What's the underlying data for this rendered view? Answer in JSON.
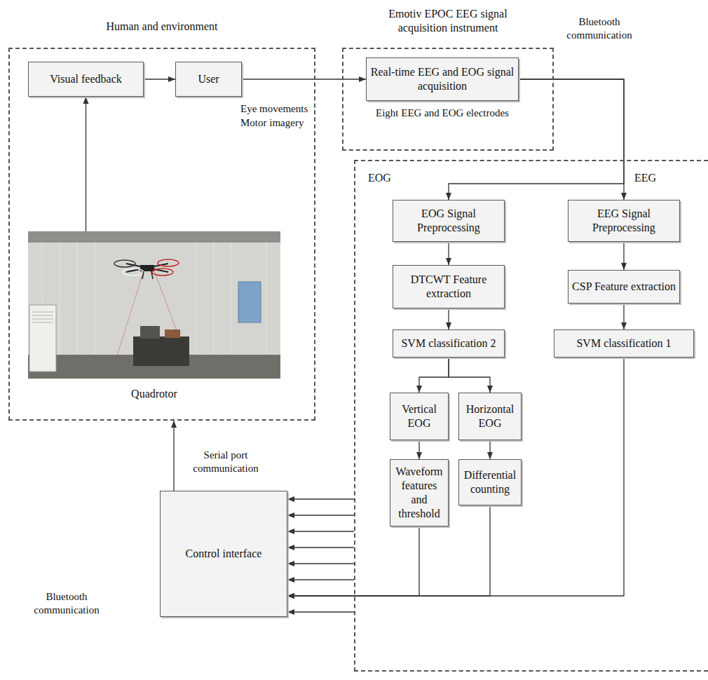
{
  "diagram": {
    "nodes": [
      {
        "text": [
          "Human and environment"
        ]
      },
      {
        "text": [
          "Visual feedback"
        ],
        "in": 0
      },
      {
        "text": [
          "User"
        ],
        "in": 0
      },
      {
        "text": [
          "Quadrotor"
        ],
        "in": 0
      },
      {
        "text": [
          "Emotiv EPOC EEG signal acquisition instrument"
        ]
      },
      {
        "text": [
          "Real-time EEG and EOG signal acquisition"
        ],
        "in": 4
      },
      {
        "text": [
          "EOG",
          "EEG"
        ]
      },
      {
        "text": [
          "EOG Signal Preprocessing"
        ],
        "in": 6
      },
      {
        "text": [
          "EEG Signal Preprocessing"
        ],
        "in": 6
      },
      {
        "text": [
          "DTCWT Feature extraction"
        ],
        "in": 6
      },
      {
        "text": [
          "CSP Feature extraction"
        ],
        "in": 6
      },
      {
        "text": [
          "SVM classification 2"
        ],
        "in": 6
      },
      {
        "text": [
          "SVM classification 1"
        ],
        "in": 6
      },
      {
        "text": [
          "Vertical EOG"
        ],
        "in": 6
      },
      {
        "text": [
          "Horizontal EOG"
        ],
        "in": 6
      },
      {
        "text": [
          "Waveform features and threshold"
        ],
        "in": 6
      },
      {
        "text": [
          "Differential counting"
        ],
        "in": 6
      },
      {
        "text": [
          "Control interface"
        ]
      }
    ],
    "edges": [
      {
        "from": 1,
        "to": 2,
        "arrow": "to"
      },
      {
        "from": 2,
        "to": 5,
        "arrow": "to"
      },
      {
        "from": 3,
        "to": 1,
        "arrow": "to"
      },
      {
        "from": 5,
        "to": 7,
        "arrow": "to"
      },
      {
        "from": 5,
        "to": 8,
        "arrow": "to"
      },
      {
        "from": 7,
        "to": 9,
        "arrow": "to"
      },
      {
        "from": 8,
        "to": 10,
        "arrow": "to"
      },
      {
        "from": 9,
        "to": 11,
        "arrow": "to"
      },
      {
        "from": 10,
        "to": 12,
        "arrow": "to"
      },
      {
        "from": 11,
        "to": 13,
        "arrow": "to"
      },
      {
        "from": 11,
        "to": 14,
        "arrow": "to"
      },
      {
        "from": 13,
        "to": 15,
        "arrow": "to"
      },
      {
        "from": 14,
        "to": 16,
        "arrow": "to"
      },
      {
        "from": 15,
        "to": 17,
        "arrow": "to"
      },
      {
        "from": 16,
        "to": 17,
        "arrow": "to"
      },
      {
        "from": 12,
        "to": 17,
        "arrow": "to"
      },
      {
        "from": 6,
        "to": 17,
        "arrow": "to"
      },
      {
        "from": 6,
        "to": 17,
        "arrow": "to"
      },
      {
        "from": 6,
        "to": 17,
        "arrow": "to"
      },
      {
        "from": 6,
        "to": 17,
        "arrow": "to"
      },
      {
        "from": 6,
        "to": 17,
        "arrow": "to"
      },
      {
        "from": 6,
        "to": 17,
        "arrow": "to"
      },
      {
        "from": 6,
        "to": 17,
        "arrow": "to"
      },
      {
        "from": 17,
        "to": 0,
        "arrow": "to"
      }
    ],
    "labels": [
      "Eye movements",
      "Motor imagery",
      "Eight EEG and EOG electrodes",
      "Bluetooth communication",
      "Serial port communication",
      "Bluetooth communication"
    ]
  }
}
